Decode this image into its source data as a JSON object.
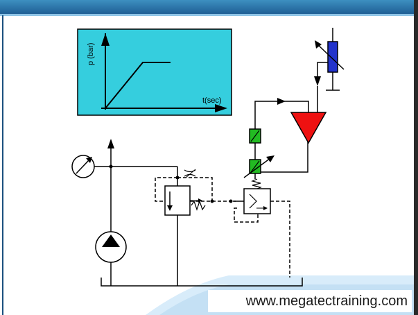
{
  "graph": {
    "y_axis_label": "p (bar)",
    "x_axis_label": "t(sec)"
  },
  "footer": {
    "website": "www.megatectraining.com"
  },
  "colors": {
    "graph_background": "#33ccdd",
    "header_bar": "#2a6fa8",
    "footer_wave": "#cfe6f7",
    "orifice_cone": "#ee1111",
    "solenoid_coil": "#22bb22",
    "setpoint_potentiometer": "#2233cc"
  }
}
